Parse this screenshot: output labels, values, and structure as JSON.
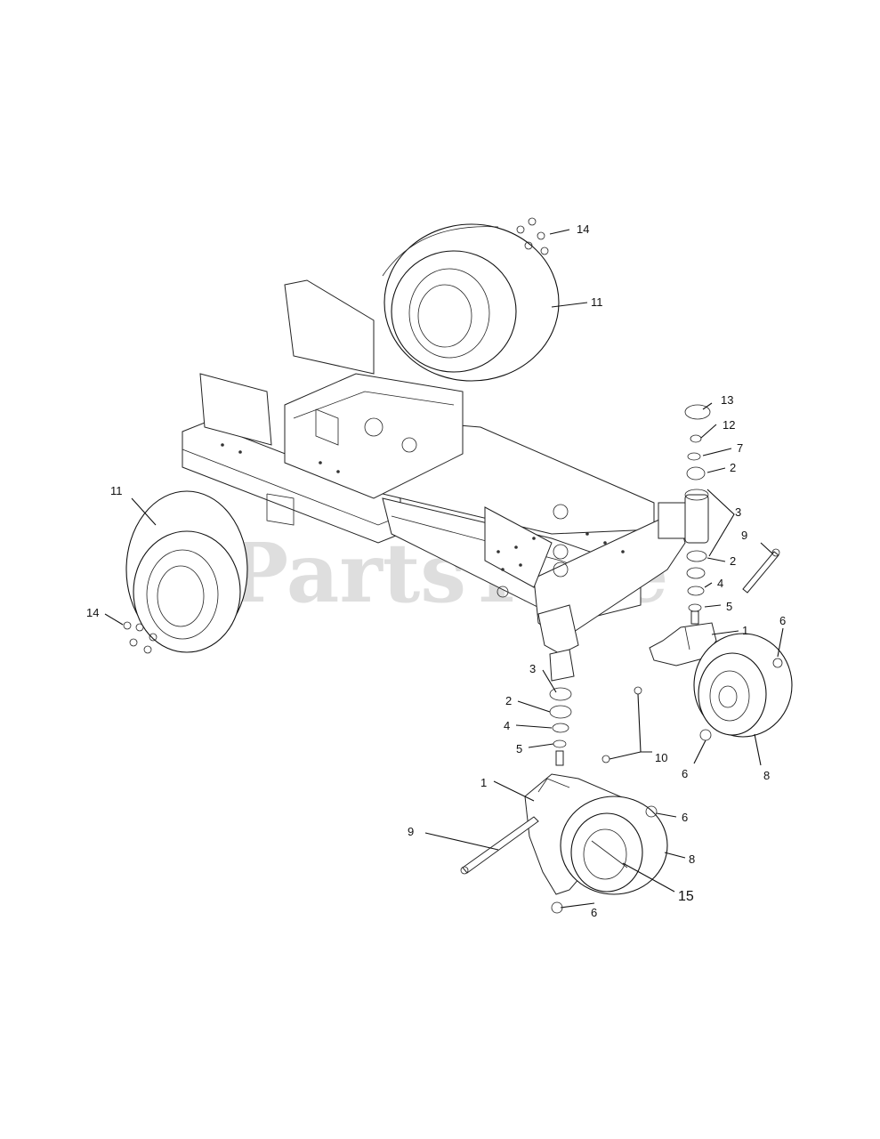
{
  "watermark": {
    "text": "PartsTree",
    "trademark": "™"
  },
  "callouts": [
    {
      "id": "c-14-top",
      "label": "14"
    },
    {
      "id": "c-11-top",
      "label": "11"
    },
    {
      "id": "c-13",
      "label": "13"
    },
    {
      "id": "c-12",
      "label": "12"
    },
    {
      "id": "c-7",
      "label": "7"
    },
    {
      "id": "c-2-a",
      "label": "2"
    },
    {
      "id": "c-3-a",
      "label": "3"
    },
    {
      "id": "c-9-right",
      "label": "9"
    },
    {
      "id": "c-2-b",
      "label": "2"
    },
    {
      "id": "c-4-a",
      "label": "4"
    },
    {
      "id": "c-5-a",
      "label": "5"
    },
    {
      "id": "c-11-left",
      "label": "11"
    },
    {
      "id": "c-14-left",
      "label": "14"
    },
    {
      "id": "c-1-right",
      "label": "1"
    },
    {
      "id": "c-6-a",
      "label": "6"
    },
    {
      "id": "c-3-b",
      "label": "3"
    },
    {
      "id": "c-2-c",
      "label": "2"
    },
    {
      "id": "c-4-b",
      "label": "4"
    },
    {
      "id": "c-5-b",
      "label": "5"
    },
    {
      "id": "c-10",
      "label": "10"
    },
    {
      "id": "c-6-b",
      "label": "6"
    },
    {
      "id": "c-8-a",
      "label": "8"
    },
    {
      "id": "c-1-left",
      "label": "1"
    },
    {
      "id": "c-6-c",
      "label": "6"
    },
    {
      "id": "c-9-left",
      "label": "9"
    },
    {
      "id": "c-8-b",
      "label": "8"
    },
    {
      "id": "c-15",
      "label": "15"
    },
    {
      "id": "c-6-d",
      "label": "6"
    }
  ]
}
